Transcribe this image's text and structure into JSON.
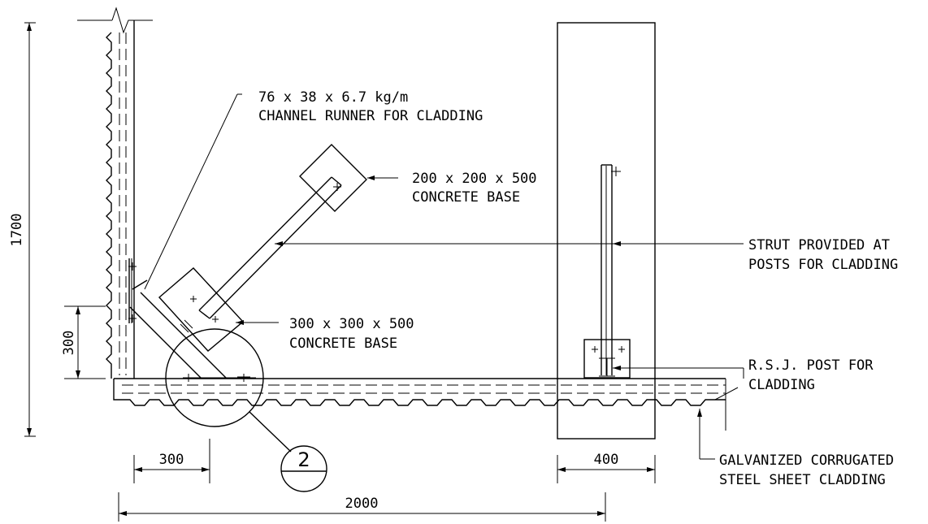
{
  "labels": {
    "channel_runner": [
      "76 x 38 x 6.7 kg/m",
      "CHANNEL RUNNER FOR CLADDING"
    ],
    "base_small": [
      "200 x 200 x 500",
      "CONCRETE BASE"
    ],
    "base_large": [
      "300 x 300 x 500",
      "CONCRETE BASE"
    ],
    "strut": [
      "STRUT PROVIDED AT",
      "POSTS FOR CLADDING"
    ],
    "rsj_post": [
      "R.S.J. POST FOR",
      "CLADDING"
    ],
    "cladding": [
      "GALVANIZED CORRUGATED",
      "STEEL SHEET CLADDING"
    ]
  },
  "dimensions": {
    "height_total": "1700",
    "height_300": "300",
    "width_300": "300",
    "width_400": "400",
    "width_total": "2000"
  },
  "detail_bubble": "2"
}
